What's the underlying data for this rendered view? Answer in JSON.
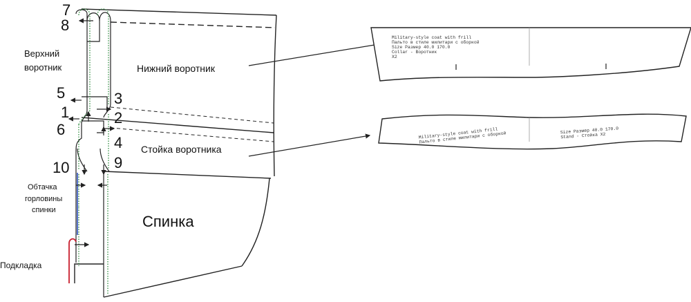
{
  "colors": {
    "outline": "#222222",
    "stitch_green": "#2e8b3e",
    "facing_blue": "#3050c0",
    "lining_red": "#c81e2e",
    "annotation_arrow": "#222222"
  },
  "labels": {
    "upper_collar": [
      "Верхний",
      "воротник"
    ],
    "lower_collar": "Нижний воротник",
    "collar_stand": "Стойка воротника",
    "back_facing": [
      "Обтачка",
      "горловины",
      "спинки"
    ],
    "back": "Спинка",
    "lining": "Подкладка"
  },
  "step_numbers": {
    "n7": "7",
    "n8": "8",
    "n5": "5",
    "n3": "3",
    "n1": "1",
    "n2": "2",
    "n6": "6",
    "n4": "4",
    "n10": "10",
    "n9": "9"
  },
  "pattern_collar": {
    "lines": [
      "Military-style coat with frill",
      "Пальто в стиле милитари с оборкой",
      "Size Размер   40.0  170.0",
      "Collar - Воротник",
      "X2"
    ]
  },
  "pattern_stand": {
    "left_lines": [
      "Military-style coat with frill",
      "Пальто в стиле милитари с оборкой"
    ],
    "right_lines": [
      "Size Размер    40.0  170.0",
      "Stand - Стойка  X2"
    ]
  }
}
